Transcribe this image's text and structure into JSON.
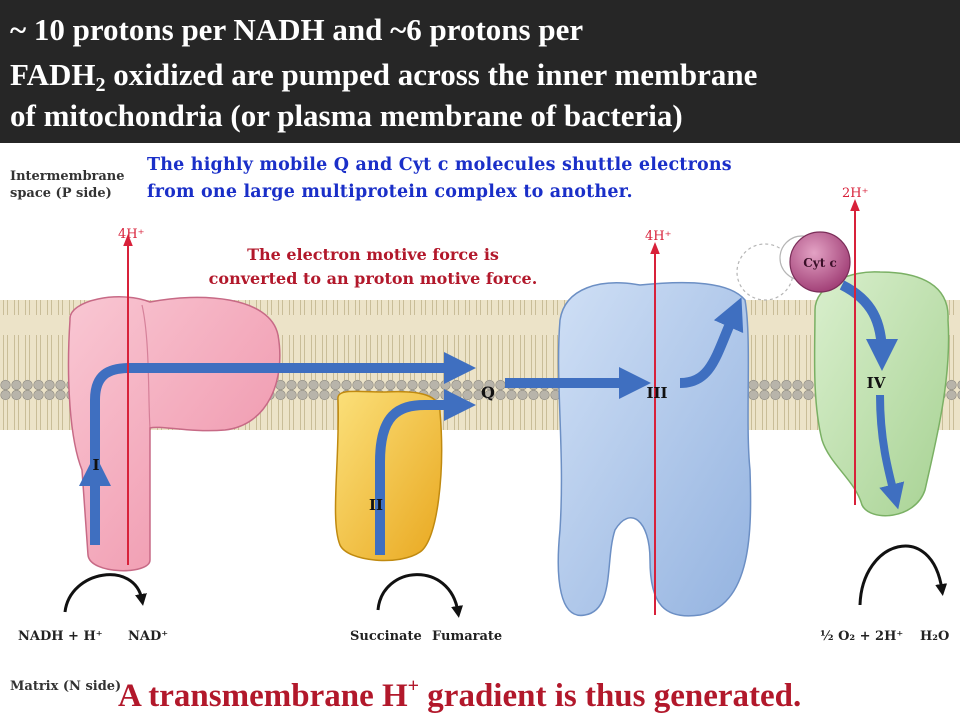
{
  "header": {
    "line1": "~ 10 protons per NADH and ~6 protons per",
    "line2_a": "FADH",
    "line2_sub": "2",
    "line2_b": " oxidized are pumped across the inner membrane",
    "line3": "of mitochondria (or plasma membrane of bacteria)"
  },
  "notes": {
    "mobile_line1": "The highly mobile Q and Cyt c molecules shuttle electrons",
    "mobile_line2": "from one large multiprotein complex to another.",
    "emf_line1": "The electron motive force is",
    "emf_line2": "converted to an proton motive force."
  },
  "labels": {
    "intermembrane_line1": "Intermembrane",
    "intermembrane_line2": "space (P side)",
    "matrix": "Matrix (N side)",
    "proton_4h_1": "4H⁺",
    "proton_4h_2": "4H⁺",
    "proton_2h": "2H⁺",
    "cyt_c": "Cyt c",
    "quinone": "Q",
    "complex_1": "I",
    "complex_2": "II",
    "complex_3": "III",
    "complex_4": "IV",
    "nadh": "NADH + H⁺",
    "nad": "NAD⁺",
    "succinate": "Succinate",
    "fumarate": "Fumarate",
    "oxygen": "½ O₂ + 2H⁺",
    "water": "H₂O"
  },
  "footer": {
    "text_a": "A transmembrane  H",
    "text_sup": "+",
    "text_b": " gradient is thus generated."
  },
  "colors": {
    "banner_bg": "#262626",
    "blue_text": "#1a2fc8",
    "red_text": "#b2182b",
    "complex_1": "#f4a6b8",
    "complex_2": "#f6c53a",
    "complex_3": "#a9c4e8",
    "complex_4": "#bfe0b0",
    "cyt_c": "#b8538a",
    "arrow_blue": "#3f6fc0",
    "proton_arrow": "#d8213a"
  }
}
